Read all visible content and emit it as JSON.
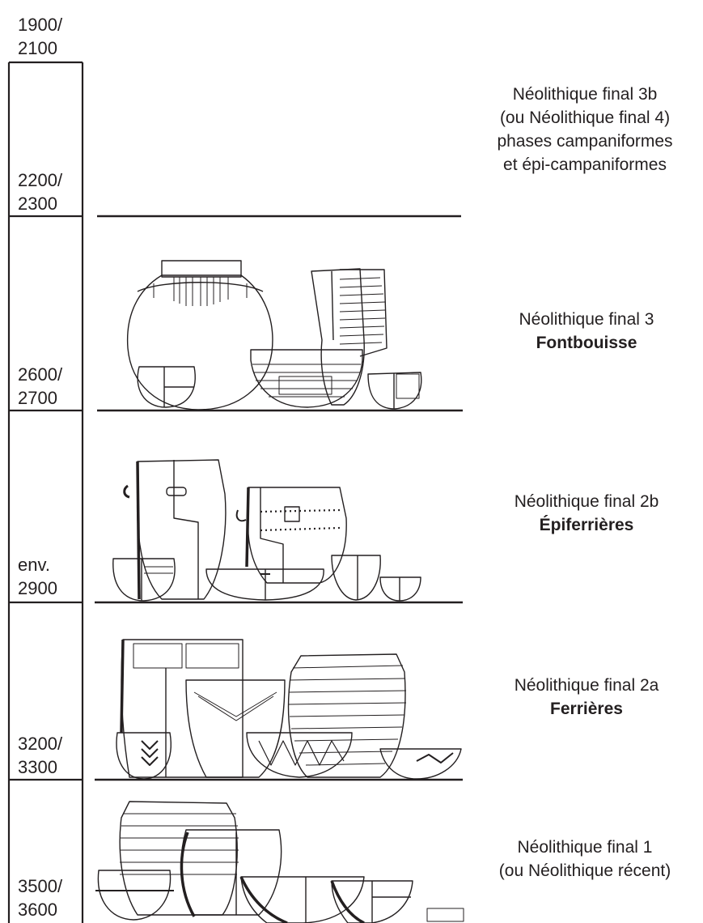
{
  "dates": [
    {
      "line1": "1900/",
      "line2": "2100"
    },
    {
      "line1": "2200/",
      "line2": "2300"
    },
    {
      "line1": "2600/",
      "line2": "2700"
    },
    {
      "line1": "env.",
      "line2": "2900"
    },
    {
      "line1": "3200/",
      "line2": "3300"
    },
    {
      "line1": "3500/",
      "line2": "3600"
    }
  ],
  "periods": [
    {
      "lines": [
        "Néolithique final 3b",
        "(ou Néolithique final 4)",
        "phases campaniformes",
        "et épi-campaniformes"
      ],
      "culture": ""
    },
    {
      "lines": [
        "Néolithique final 3"
      ],
      "culture": "Fontbouisse"
    },
    {
      "lines": [
        "Néolithique final 2b"
      ],
      "culture": "Épiferrières"
    },
    {
      "lines": [
        "Néolithique final 2a"
      ],
      "culture": "Ferrières"
    },
    {
      "lines": [
        "Néolithique final 1",
        "(ou Néolithique récent)"
      ],
      "culture": ""
    }
  ],
  "colors": {
    "ink": "#231f20",
    "background": "#ffffff"
  }
}
